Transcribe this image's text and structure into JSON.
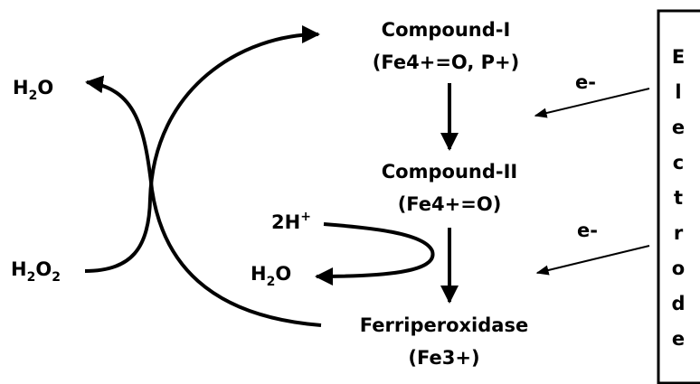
{
  "compound_1": {
    "name": "Compound-I",
    "state": "(Fe4+=O, P+)"
  },
  "compound_2": {
    "name": "Compound-II",
    "state": "(Fe4+=O)"
  },
  "ferriperoxidase": {
    "name": "Ferriperoxidase",
    "state": "(Fe3+)"
  },
  "left_cycle": {
    "water_out": {
      "base": "H",
      "sub1": "2",
      "tail": "O"
    },
    "peroxide_in": {
      "base": "H",
      "sub1": "2",
      "mid": "O",
      "sub2": "2"
    }
  },
  "inner_cycle": {
    "protons": {
      "base": "2H",
      "sup": "+"
    },
    "water_out": {
      "base": "H",
      "sub1": "2",
      "tail": "O"
    }
  },
  "electrons": {
    "top": "e-",
    "bottom": "e-"
  },
  "electrode": {
    "letters": [
      "E",
      "l",
      "e",
      "c",
      "t",
      "r",
      "o",
      "d",
      "e"
    ]
  },
  "colors": {
    "ink": "#000000",
    "background": "#ffffff"
  }
}
